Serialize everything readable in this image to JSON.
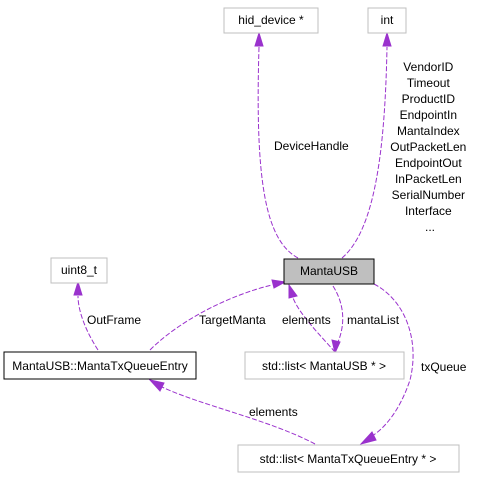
{
  "nodes": {
    "hid_device": "hid_device *",
    "int": "int",
    "uint8_t": "uint8_t",
    "manta_usb": "MantaUSB",
    "tx_queue_entry": "MantaUSB::MantaTxQueueEntry",
    "list_manta_usb": "std::list< MantaUSB * >",
    "list_tx_queue": "std::list< MantaTxQueueEntry * >"
  },
  "edges": {
    "device_handle": "DeviceHandle",
    "int_members": [
      "VendorID",
      "Timeout",
      "ProductID",
      "EndpointIn",
      "MantaIndex",
      "OutPacketLen",
      "EndpointOut",
      "InPacketLen",
      "SerialNumber",
      "Interface",
      "..."
    ],
    "out_frame": "OutFrame",
    "target_manta": "TargetManta",
    "elements_manta": "elements",
    "manta_list": "mantaList",
    "tx_queue": "txQueue",
    "elements_tx": "elements"
  },
  "colors": {
    "edge": "#9a32cd",
    "focus_fill": "#bfbfbf",
    "node_border_light": "#bfbfbf",
    "node_border_dark": "#000000"
  }
}
